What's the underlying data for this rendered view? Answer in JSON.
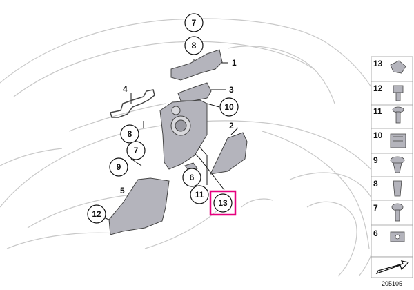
{
  "diagram": {
    "main_callouts": [
      "7",
      "8",
      "1",
      "4",
      "3",
      "10",
      "2",
      "8",
      "7",
      "9",
      "6",
      "5",
      "11",
      "13",
      "12"
    ],
    "highlighted_callout": "13",
    "highlight_color": "#e6007e",
    "side_parts": [
      "13",
      "12",
      "11",
      "10",
      "9",
      "8",
      "7",
      "6"
    ],
    "figure_number": "205105",
    "line_color": "#c8c8c8",
    "part_fill": "#b4b4bc",
    "part_stroke": "#444444"
  }
}
